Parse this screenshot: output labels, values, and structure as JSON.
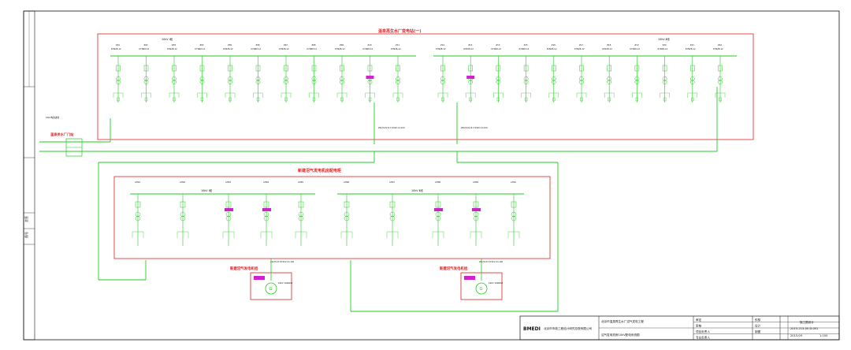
{
  "diagram": {
    "main_panel": {
      "title": "温泉再生水厂变电站(一)",
      "bus_label_left": "10kV Ⅰ段",
      "bus_label_right": "10kV Ⅱ段",
      "cabinets": [
        {
          "no": "Z01",
          "spec": "KYN28-12"
        },
        {
          "no": "Z02",
          "spec": "KYN28-12"
        },
        {
          "no": "Z03",
          "spec": "KYN28-12"
        },
        {
          "no": "Z04",
          "spec": "KYN28-12"
        },
        {
          "no": "Z05",
          "spec": "KYN28-12"
        },
        {
          "no": "Z06",
          "spec": "KYN28-12"
        },
        {
          "no": "Z07",
          "spec": "KYN28-12"
        },
        {
          "no": "Z08",
          "spec": "KYN28-12"
        },
        {
          "no": "Z09",
          "spec": "KYN28-12"
        },
        {
          "no": "Z10",
          "spec": "KYN28-12"
        },
        {
          "no": "Z11",
          "spec": "KYN28-12"
        },
        {
          "no": "Z12",
          "spec": "KYN28-12"
        },
        {
          "no": "Z13",
          "spec": "KYN28-12"
        },
        {
          "no": "Z14",
          "spec": "KYN28-12"
        },
        {
          "no": "Z15",
          "spec": "KYN28-12"
        },
        {
          "no": "Z16",
          "spec": "KYN28-12"
        },
        {
          "no": "Z17",
          "spec": "KYN28-12"
        },
        {
          "no": "Z18",
          "spec": "KYN28-12"
        },
        {
          "no": "Z19",
          "spec": "KYN28-12"
        },
        {
          "no": "Z20",
          "spec": "KYN28-12"
        },
        {
          "no": "Z21",
          "spec": "KYN28-12"
        },
        {
          "no": "Z22",
          "spec": "KYN28-12"
        }
      ],
      "cable_left": "ZR-YJV22-8.7/15kV-3×120",
      "cable_right": "ZR-YJV22-8.7/15kV-3×120"
    },
    "incoming": {
      "label": "温泉供水厂门站",
      "note": "10kV电源进线"
    },
    "sub_panel": {
      "title": "新建沼气发电机房配电柜",
      "bus_label_left": "10kV Ⅰ段",
      "bus_label_right": "10kV Ⅱ段",
      "cabinets": [
        {
          "no": "AH01"
        },
        {
          "no": "AH02"
        },
        {
          "no": "AH03"
        },
        {
          "no": "AH04"
        },
        {
          "no": "AH05"
        },
        {
          "no": "AH06"
        },
        {
          "no": "AH07"
        },
        {
          "no": "AH08"
        },
        {
          "no": "AH09"
        },
        {
          "no": "AH10"
        }
      ],
      "cable_left": "ZR-YJV-8.7/15kV-3×120",
      "cable_right": "ZR-YJV-8.7/15kV-3×120"
    },
    "generators": [
      {
        "title": "新建沼气发电机组",
        "rating": "10kV 1000kW"
      },
      {
        "title": "新建沼气发电机组",
        "rating": "10kV 1000kW"
      }
    ],
    "title_block": {
      "company": "北京市市政工程设计研究总院有限公司",
      "project": "北京市温泉再生水厂沼气发电工程",
      "drawing": "沼气发电机房10kV配电系统图",
      "row_labels": [
        "审定",
        "审核",
        "项目负责人",
        "专业负责人",
        "校核",
        "设计",
        "制图"
      ],
      "stage": "施工图设计",
      "drawing_no": "2015-213-00-D-001",
      "date": "2015.09",
      "scale": "1:100"
    },
    "side_strip": {
      "label_top": "会签",
      "label_bottom": "图号"
    }
  },
  "colors": {
    "frame": "#111111",
    "enclosure": "#e02020",
    "line": "#22cc22",
    "equip": "#22cc22",
    "accent": "#d020d0"
  }
}
